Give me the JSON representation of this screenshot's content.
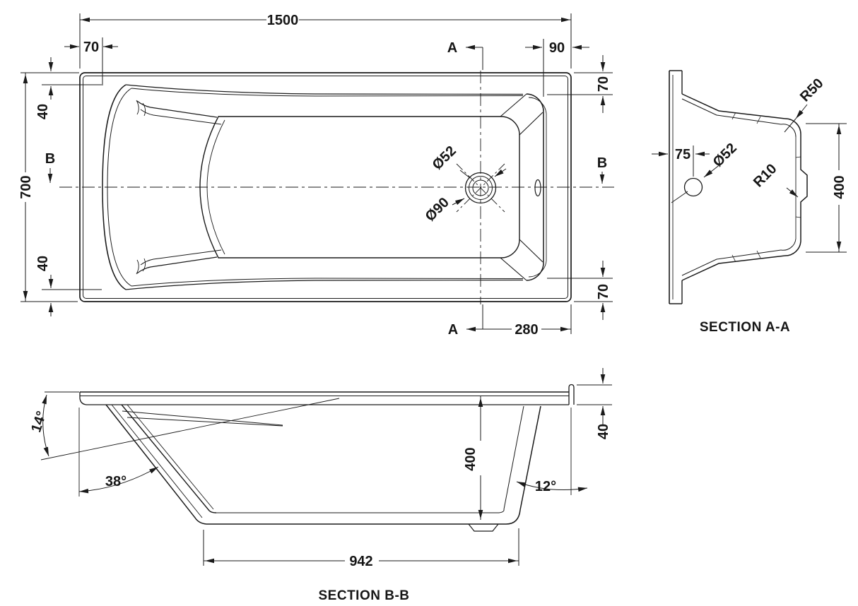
{
  "plan": {
    "dim_length": "1500",
    "dim_head_offset": "70",
    "dim_foot_rim": "90",
    "dim_rim_top_right": "70",
    "dim_head_margin_top": "40",
    "dim_width": "700",
    "dim_head_margin_bottom": "40",
    "dim_rim_bottom_right": "70",
    "dim_drain_to_end": "280",
    "dim_drain_dia": "Ø52",
    "dim_waste_dia": "Ø90",
    "marker_a": "A",
    "marker_b": "B"
  },
  "section_aa": {
    "title": "SECTION A-A",
    "dim_overflow_offset": "75",
    "dim_overflow_dia": "Ø52",
    "dim_rim_radius": "R50",
    "dim_edge_radius": "R10",
    "dim_floor_width": "400"
  },
  "section_bb": {
    "title": "SECTION B-B",
    "dim_back_top_angle": "14°",
    "dim_back_angle": "38°",
    "dim_foot_angle": "12°",
    "dim_depth": "400",
    "dim_rim_height": "40",
    "dim_floor_length": "942"
  },
  "colors": {
    "line": "#1a1a1a",
    "background": "#ffffff"
  }
}
